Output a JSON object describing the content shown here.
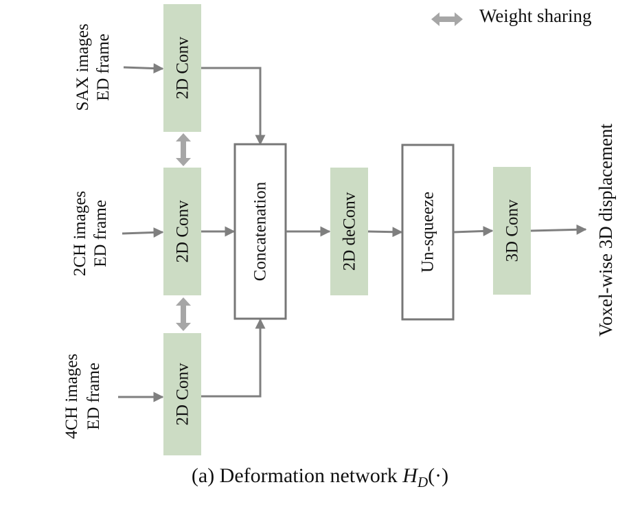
{
  "inputs": [
    {
      "line1": "SAX images",
      "line2": "ED frame"
    },
    {
      "line1": "2CH images",
      "line2": "ED frame"
    },
    {
      "line1": "4CH images",
      "line2": "ED frame"
    }
  ],
  "blocks": {
    "conv2d_label": "2D Conv",
    "concat_label": "Concatenation",
    "deconv_label": "2D deConv",
    "unsqueeze_label": "Un-squeeze",
    "conv3d_label": "3D Conv"
  },
  "output_label": "Voxel-wise 3D displacement",
  "legend": {
    "label": "Weight sharing"
  },
  "caption": {
    "prefix": "(a) Deformation network ",
    "math": "H",
    "subscript": "D",
    "suffix": "(·)"
  },
  "colors": {
    "green_block": "#ccdcc4",
    "arrow": "#7f7f7f",
    "box_border": "#777777",
    "share_arrow": "#a6a6a6"
  }
}
